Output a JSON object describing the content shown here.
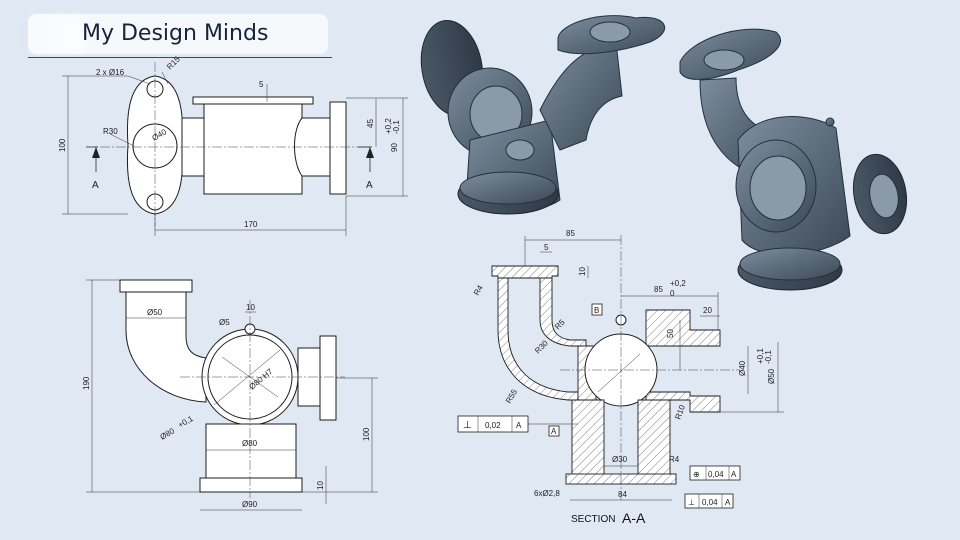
{
  "brand": {
    "title": "My Design Minds"
  },
  "views": {
    "top": {
      "holes": "2 x Ø16",
      "r_top": "R15",
      "r_side": "R30",
      "bore": "Ø40",
      "d5": "5",
      "d45": "45",
      "tol_plus": "+0,2",
      "tol_minus": "-0,1",
      "d90": "90",
      "d100": "100",
      "d170": "170",
      "section_mark_left": "A",
      "section_mark_right": "A"
    },
    "front": {
      "d50": "Ø50",
      "d10": "10",
      "d5": "Ø5",
      "inner": "Ø80 H7",
      "outer": "Ø80",
      "outer_tol": "+0,1",
      "base": "Ø80",
      "foot": "Ø90",
      "d190": "190",
      "d100": "100",
      "d10b": "10"
    },
    "section": {
      "d85": "85",
      "d5": "5",
      "d10": "10",
      "d85b": "85",
      "tol_p": "+0,2",
      "tol_z": "0",
      "r4": "R4",
      "r5": "R5",
      "r30": "R30",
      "r55": "R55",
      "datum_b": "B",
      "d50": "50",
      "d20": "20",
      "d40": "Ø40",
      "d50b": "Ø50",
      "tol_p2": "+0,1",
      "tol_m2": "-0,1",
      "r10": "R10",
      "perp_sym": "⊥",
      "perp_val": "0,02",
      "perp_ref": "A",
      "datum_a": "A",
      "d30": "Ø30",
      "r4b": "R4",
      "pos_sym": "⊕",
      "pos_val": "0,04",
      "pos_ref": "A",
      "holes": "6xØ2,8",
      "d84": "84",
      "perp2_sym": "⊥",
      "perp2_val": "0,04",
      "perp2_ref": "A",
      "title_word": "SECTION",
      "title_mark": "A-A"
    }
  },
  "colors": {
    "background": "#dfe8f3",
    "metal": "#5c6b7a",
    "metal_dark": "#3c4957"
  }
}
